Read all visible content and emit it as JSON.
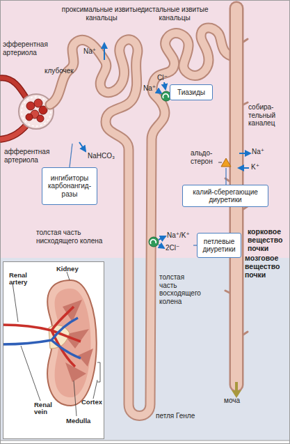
{
  "diagram": {
    "nodes": [
      {
        "text": [
          "Тиазиды"
        ]
      },
      {
        "text": [
          "ингибиторы карбонангид- разы"
        ]
      },
      {
        "text": [
          "калий-сберегающие диуретики"
        ]
      },
      {
        "text": [
          "петлевые диуретики"
        ]
      },
      {
        "text": [
          "Renal artery",
          "Kidney",
          "Renal vein",
          "Medulla",
          "Cortex"
        ]
      }
    ],
    "labels": [
      "проксимальные извитые канальцы",
      "дистальные извитые канальцы",
      "эфферентная артериола",
      "Na⁺",
      "клубочек",
      "Cl⁻",
      "Na⁺",
      "собира- тельный каналец",
      "афферентная артериола",
      "NaHCO₃",
      "альдо- стерон",
      "Na⁺",
      "K⁺",
      "толстая часть нисходящего колена",
      "Na⁺/K⁺",
      "2Cl⁻",
      "корковое вещество почки",
      "мозговое вещество почки",
      "толстая часть восходящего колена",
      "моча",
      "петля Генле"
    ]
  }
}
